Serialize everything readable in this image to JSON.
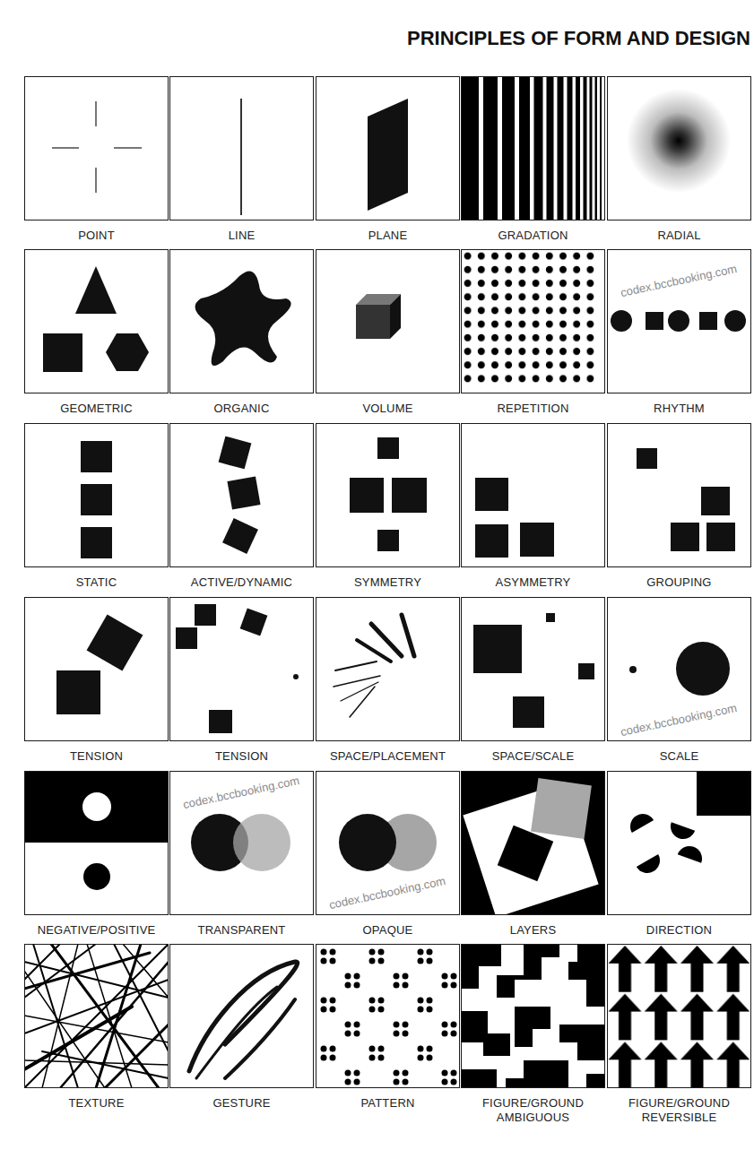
{
  "diagram": {
    "title": "PRINCIPLES OF FORM AND DESIGN",
    "nodes": [
      {
        "text": [
          "POINT"
        ]
      },
      {
        "text": [
          "LINE"
        ]
      },
      {
        "text": [
          "PLANE"
        ]
      },
      {
        "text": [
          "GRADATION"
        ]
      },
      {
        "text": [
          "RADIAL"
        ]
      },
      {
        "text": [
          "GEOMETRIC"
        ]
      },
      {
        "text": [
          "ORGANIC"
        ]
      },
      {
        "text": [
          "VOLUME"
        ]
      },
      {
        "text": [
          "REPETITION"
        ]
      },
      {
        "text": [
          "RHYTHM"
        ]
      },
      {
        "text": [
          "STATIC"
        ]
      },
      {
        "text": [
          "ACTIVE/DYNAMIC"
        ]
      },
      {
        "text": [
          "SYMMETRY"
        ]
      },
      {
        "text": [
          "ASYMMETRY"
        ]
      },
      {
        "text": [
          "GROUPING"
        ]
      },
      {
        "text": [
          "TENSION"
        ]
      },
      {
        "text": [
          "TENSION"
        ]
      },
      {
        "text": [
          "SPACE/PLACEMENT"
        ]
      },
      {
        "text": [
          "SPACE/SCALE"
        ]
      },
      {
        "text": [
          "SCALE"
        ]
      },
      {
        "text": [
          "NEGATIVE/POSITIVE"
        ]
      },
      {
        "text": [
          "TRANSPARENT"
        ]
      },
      {
        "text": [
          "OPAQUE"
        ]
      },
      {
        "text": [
          "LAYERS"
        ]
      },
      {
        "text": [
          "DIRECTION"
        ]
      },
      {
        "text": [
          "TEXTURE"
        ]
      },
      {
        "text": [
          "GESTURE"
        ]
      },
      {
        "text": [
          "PATTERN"
        ]
      },
      {
        "text": [
          "FIGURE/GROUND AMBIGUOUS"
        ]
      },
      {
        "text": [
          "FIGURE/GROUND REVERSIBLE"
        ]
      }
    ],
    "labels": [
      "codex.bccbooking.com",
      "codex.bccbooking.com",
      "codex.bccbooking.com",
      "codex.bccbooking.com"
    ]
  }
}
